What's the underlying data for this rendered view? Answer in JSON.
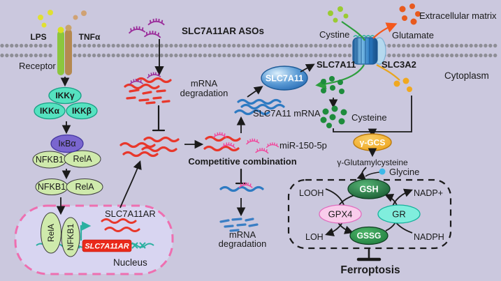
{
  "palette": {
    "background": "#cbc8de",
    "membrane_dot": "#8e8e96",
    "red_rna": "#e8372b",
    "blue_rna": "#2d7ac2",
    "aso_purple": "#9b2d9b",
    "aso_label": "#a1219f",
    "mir_pink": "#f0489c",
    "mir_label": "#f0258f",
    "dna_teal": "#2ab0a0",
    "nucleus_border": "#ee6fb0",
    "nucleus_fill": "#d8d5f1",
    "slc7a11_label_blue": "#1c3f9e",
    "slc3a2_label_blue": "#41b6e6",
    "cystine_green": "#a5cb2f",
    "glutamate_orange": "#f4581c",
    "cysteine_dot_green": "#1e8c3c",
    "glutamate_dot_yellow": "#f0a820",
    "glycine_cyan": "#3cb8e8",
    "lps_yellow": "#e0e032",
    "tnfa_tan": "#d0a274"
  },
  "extracellular": {
    "lps": "LPS",
    "tnfa": "TNFα",
    "receptor": "Receptor",
    "cystine": "Cystine",
    "glutamate": "Glutamate",
    "matrix": "Extracellular matrix"
  },
  "cell": {
    "cytoplasm": "Cytoplasm",
    "nucleus": "Nucleus"
  },
  "nfkb": {
    "ikkg": "IKKγ",
    "ikka": "IKKα",
    "ikkb": "IKKβ",
    "ikba": "IκBα",
    "nfkb1": "NFKB1",
    "rela": "RelA"
  },
  "gene": {
    "name": "SLC7A11AR",
    "transcript": "SLC7A11AR"
  },
  "aso": {
    "label": "SLC7A11AR ASOs"
  },
  "mrna": {
    "deg_line1": "mRNA",
    "deg_line2": "degradation",
    "competitive": "Competitive combination",
    "mir": "miR-150-5p",
    "slc7a11_mrna": "SLC7A11 mRNA"
  },
  "transporter": {
    "protein": "SLC7A11",
    "slc7a11": "SLC7A11",
    "slc3a2": "SLC3A2"
  },
  "metabolism": {
    "cysteine": "Cysteine",
    "ggcs": "γ-GCS",
    "glutamylcysteine": "γ-Glutamylcysteine",
    "glycine": "Glycine",
    "gsh": "GSH",
    "gssg": "GSSG",
    "gpx4": "GPX4",
    "gr": "GR",
    "looh": "LOOH",
    "loh": "LOH",
    "nadp": "NADP+",
    "nadph": "NADPH",
    "ferroptosis": "Ferroptosis"
  }
}
